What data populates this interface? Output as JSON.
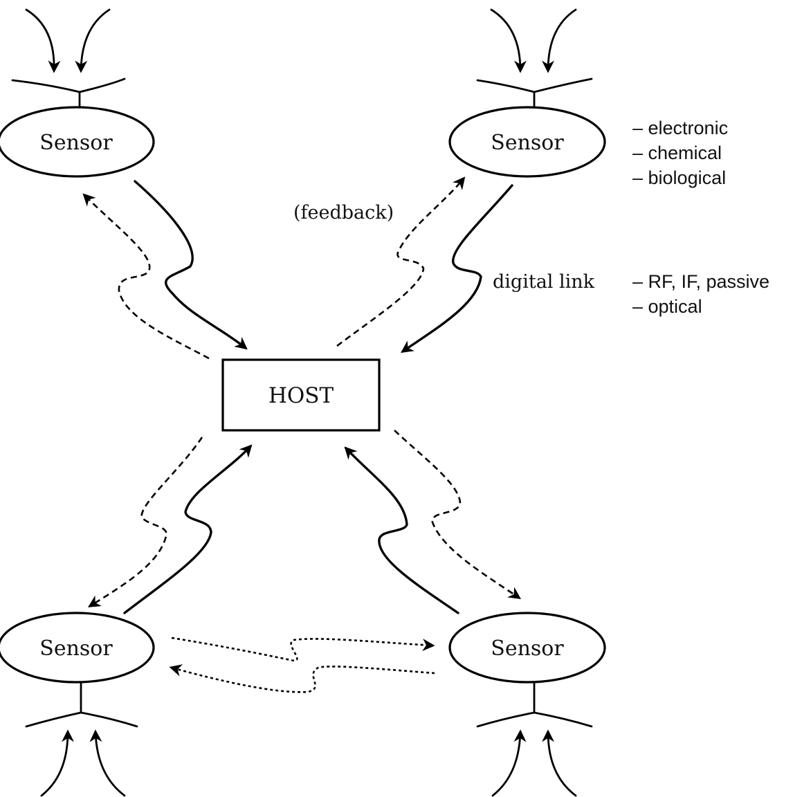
{
  "host": {
    "label": "HOST"
  },
  "sensors": [
    {
      "id": "top-left",
      "label": "Sensor"
    },
    {
      "id": "top-right",
      "label": "Sensor"
    },
    {
      "id": "bottom-left",
      "label": "Sensor"
    },
    {
      "id": "bottom-right",
      "label": "Sensor"
    }
  ],
  "annotations": {
    "feedback": "(feedback)",
    "digital_link": "digital link"
  },
  "sensor_types": [
    "– electronic",
    "– chemical",
    "– biological"
  ],
  "link_types": [
    "– RF, IF, passive",
    "– optical"
  ]
}
